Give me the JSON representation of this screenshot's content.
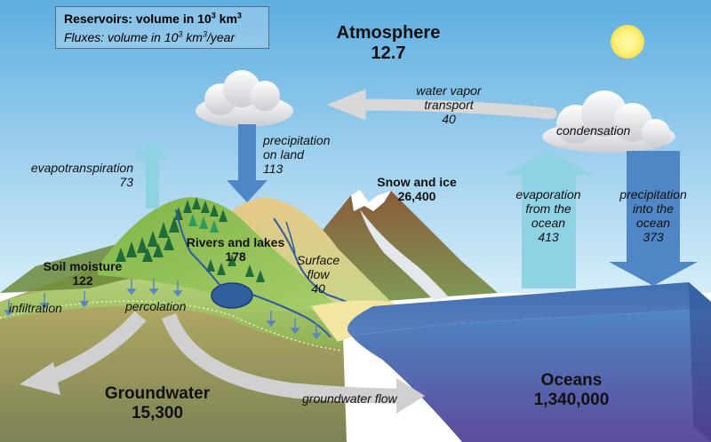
{
  "legend": {
    "reservoirs_text": "Reservoirs: volume in 10",
    "reservoirs_exp": "3",
    "reservoirs_unit": " km",
    "reservoirs_unit_exp": "3",
    "fluxes_text": "Fluxes: volume in 10",
    "fluxes_exp": "3",
    "fluxes_unit": " km",
    "fluxes_unit_exp": "3",
    "fluxes_suffix": "/year"
  },
  "reservoirs": {
    "atmosphere": {
      "label": "Atmosphere",
      "value": "12.7"
    },
    "snow_ice": {
      "label": "Snow and ice",
      "value": "26,400"
    },
    "rivers_lakes": {
      "label": "Rivers and lakes",
      "value": "178"
    },
    "soil_moisture": {
      "label": "Soil moisture",
      "value": "122"
    },
    "groundwater": {
      "label": "Groundwater",
      "value": "15,300"
    },
    "oceans": {
      "label": "Oceans",
      "value": "1,340,000"
    }
  },
  "fluxes": {
    "water_vapor": {
      "line1": "water vapor",
      "line2": "transport",
      "value": "40"
    },
    "precip_land": {
      "line1": "precipitation",
      "line2": "on land",
      "value": "113"
    },
    "evapotranspiration": {
      "line1": "evapotranspiration",
      "value": "73"
    },
    "evap_ocean": {
      "line1": "evaporation",
      "line2": "from the",
      "line3": "ocean",
      "value": "413"
    },
    "precip_ocean": {
      "line1": "precipitation",
      "line2": "into the",
      "line3": "ocean",
      "value": "373"
    },
    "surface_flow": {
      "line1": "Surface",
      "line2": "flow",
      "value": "40"
    }
  },
  "processes": {
    "condensation": "condensation",
    "infiltration": "infiltration",
    "percolation": "percolation",
    "groundwater_flow": "groundwater flow"
  },
  "colors": {
    "sky_top": "#6cb4e2",
    "sky_bottom": "#cfe9f7",
    "ocean": "#4a76b4",
    "ocean_deep": "#5a4e9e",
    "ground_top": "#95bd57",
    "ground_deep": "#8e8a52",
    "arrow_light": "#8fd0e2",
    "arrow_dark": "#4a86c8",
    "arrow_gray": "#d4d4d4",
    "sun": "#fff07a"
  }
}
